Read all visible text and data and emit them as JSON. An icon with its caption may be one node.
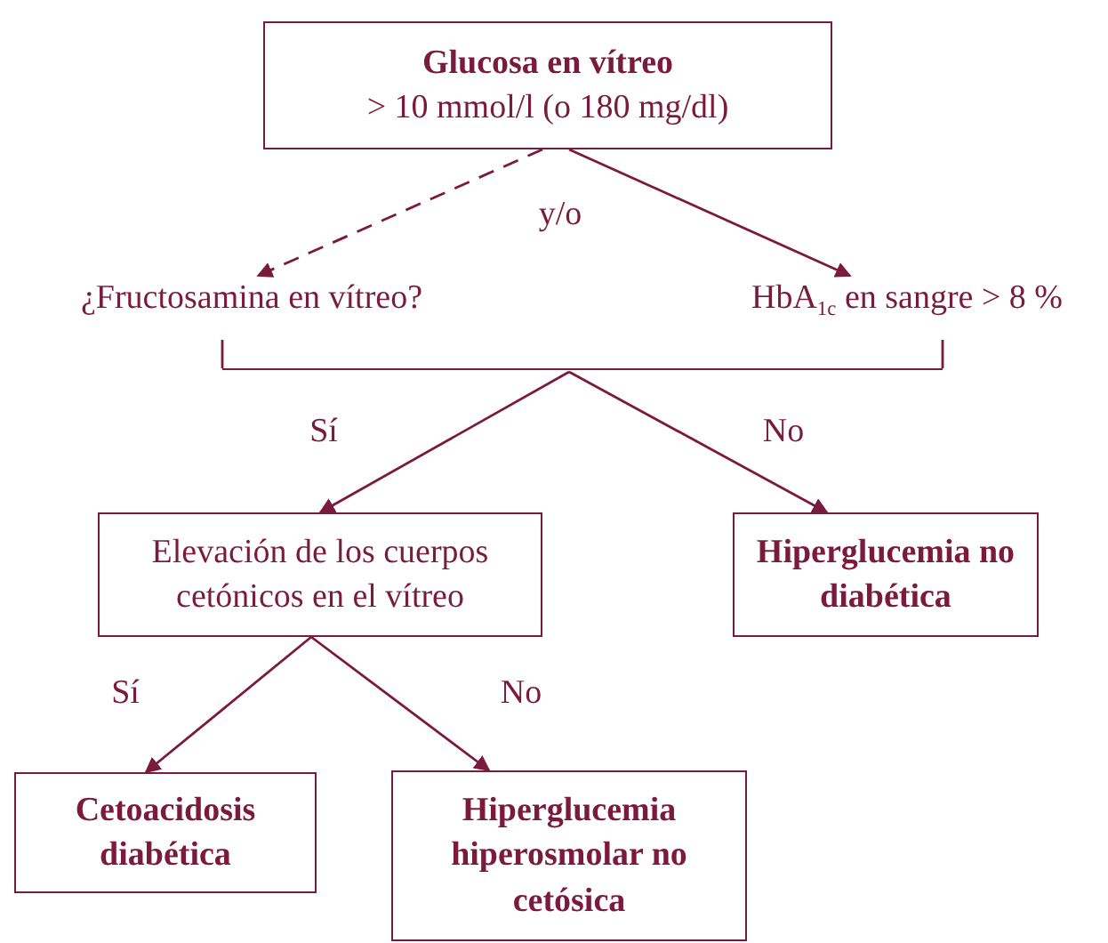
{
  "diagram": {
    "nodes": [
      {
        "text": [
          "Glucosa en vítreo",
          "> 10 mmol/l (o 180 mg/dl)"
        ]
      },
      {
        "text": [
          "¿Fructosamina en vítreo?"
        ]
      },
      {
        "text": [
          "HbA$_{1c}$ en sangre > 8 %"
        ]
      },
      {
        "text": [],
        "shape": "bar"
      },
      {
        "text": [
          "Elevación de los cuerpos cetónicos en el vítreo"
        ]
      },
      {
        "text": [
          "Hiperglucemia no diabética"
        ]
      },
      {
        "text": [
          "Cetoacidosis diabética"
        ]
      },
      {
        "text": [
          "Hiperglucemia hiperosmolar no cetósica"
        ]
      }
    ],
    "edges": [
      {
        "from": 0,
        "to": 1,
        "arrow": "to",
        "style": "dashed"
      },
      {
        "from": 0,
        "to": 2,
        "arrow": "to"
      },
      {
        "from": 1,
        "to": 3,
        "arrow": "none"
      },
      {
        "from": 2,
        "to": 3,
        "arrow": "none"
      },
      {
        "from": 3,
        "to": 4,
        "arrow": "to",
        "label": "Sí"
      },
      {
        "from": 3,
        "to": 5,
        "arrow": "to",
        "label": "No"
      },
      {
        "from": 4,
        "to": 6,
        "arrow": "to",
        "label": "Sí"
      },
      {
        "from": 4,
        "to": 7,
        "arrow": "to",
        "label": "No"
      }
    ],
    "labels": [
      "y/o"
    ]
  }
}
